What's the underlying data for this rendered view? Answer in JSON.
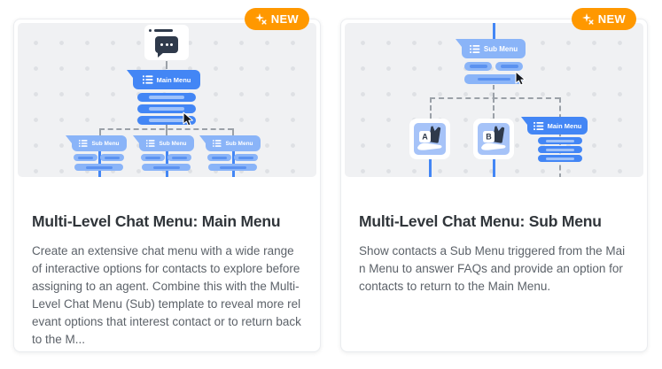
{
  "colors": {
    "badge_orange": "#FF9800",
    "primary_blue": "#4386F5",
    "light_blue": "#8AB4F8",
    "dark_navy": "#2F3A4B",
    "canvas_gray": "#F0F1F3"
  },
  "cards": [
    {
      "badge_label": "NEW",
      "title": "Multi-Level Chat Menu: Main Menu",
      "description": "Create an extensive chat menu with a wide range of interactive options for contacts to explore before assigning to an agent. Combine this with the Multi-Level Chat Menu (Sub) template to reveal more relevant options that interest contact or to return back to the M...",
      "illustration": {
        "root": "Main Menu",
        "children": [
          "Sub Menu",
          "Sub Menu",
          "Sub Menu"
        ]
      }
    },
    {
      "badge_label": "NEW",
      "title": "Multi-Level Chat Menu: Sub Menu",
      "description": "Show contacts a Sub Menu triggered from the Main Menu to answer FAQs and provide an option for contacts to return to the Main Menu.",
      "illustration": {
        "root": "Sub Menu",
        "option_a": "A",
        "option_b": "B",
        "main_menu": "Main Menu"
      }
    }
  ]
}
